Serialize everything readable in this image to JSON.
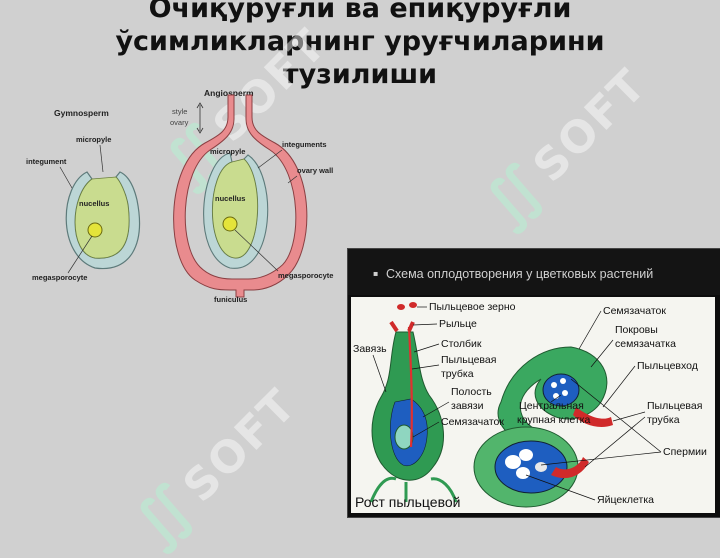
{
  "title": {
    "line1": "Очиқуруғли ва епиқуруғли",
    "line2": "ўсимликларнинг уруғчиларини",
    "line3": "тузилиши"
  },
  "watermark": {
    "text": "SOFT",
    "symbol": "∬"
  },
  "left_figure": {
    "gymnosperm": {
      "heading": "Gymnosperm",
      "labels": {
        "micropyle": "micropyle",
        "integument": "integument",
        "nucellus": "nucellus",
        "megasporocyte": "megasporocyte"
      }
    },
    "angiosperm": {
      "heading": "Angiosperm",
      "labels": {
        "style": "style",
        "ovary": "ovary",
        "micropyle": "micropyle",
        "integuments": "integuments",
        "ovary_wall": "ovary wall",
        "nucellus": "nucellus",
        "megasporocyte": "megasporocyte",
        "funiculus": "funiculus"
      }
    },
    "colors": {
      "nucellus_fill": "#c9dc8f",
      "integument_fill": "#bcd6d6",
      "ovary_wall_fill": "#e98b8e",
      "megasporocyte_fill": "#e4e43a"
    }
  },
  "right_panel": {
    "heading": "Схема оплодотворения у цветковых растений",
    "bullet": "▪",
    "labels": {
      "pollen_grain": "Пыльцевое зерно",
      "stigma": "Рыльце",
      "ovary": "Завязь",
      "style": "Столбик",
      "pollen_tube_1": "Пыльцевая",
      "pollen_tube_2": "трубка",
      "cavity_1": "Полость",
      "cavity_2": "завязи",
      "ovule_a": "Семязачаток",
      "ovule_b": "Семязачаток",
      "covers_1": "Покровы",
      "covers_2": "семязачатка",
      "pollen_entrance": "Пыльцевход",
      "central_cell_1": "Центральная",
      "central_cell_2": "крупная клетка",
      "pollen_tube_r1": "Пыльцевая",
      "pollen_tube_r2": "трубка",
      "sperm": "Спермии",
      "egg_cell": "Яйцеклетка",
      "bottom_caption": "Рост пыльцевой"
    }
  }
}
